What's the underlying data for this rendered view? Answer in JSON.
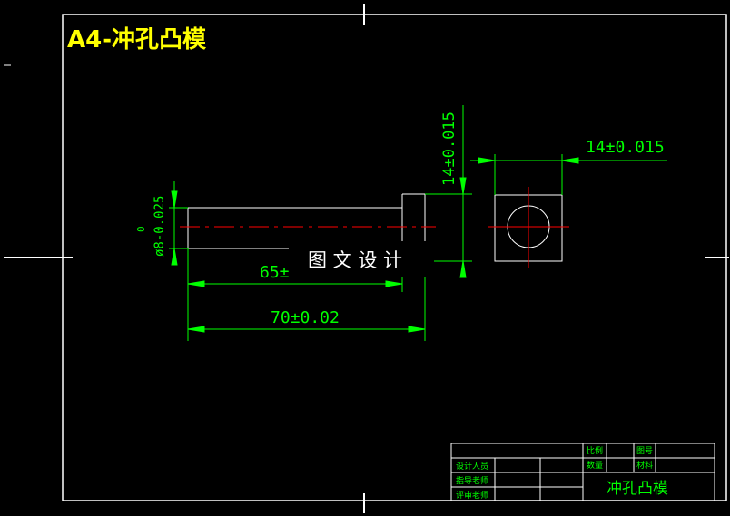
{
  "drawing": {
    "title": "A4-冲孔凸模",
    "watermark": "图 文 设 计",
    "colors": {
      "background": "#000000",
      "frame": "#ffffff",
      "dimension": "#00ff00",
      "centerline": "#ff0000",
      "title": "#ffff00",
      "titleblock_text": "#00ff00"
    }
  },
  "dimensions": {
    "length_total": "70±0.02",
    "length_partial": "65±",
    "diameter": "ø8-0.025",
    "diameter_upper": "0",
    "head_height": "14±0.015",
    "head_width": "14±0.015"
  },
  "title_block": {
    "scale_label": "比例",
    "drawing_no_label": "图号",
    "quantity_label": "数量",
    "material_label": "材料",
    "designer_label": "设计人员",
    "drawer_label": "指导老师",
    "reviewer_label": "评审老师",
    "part_name": "冲孔凸模"
  }
}
